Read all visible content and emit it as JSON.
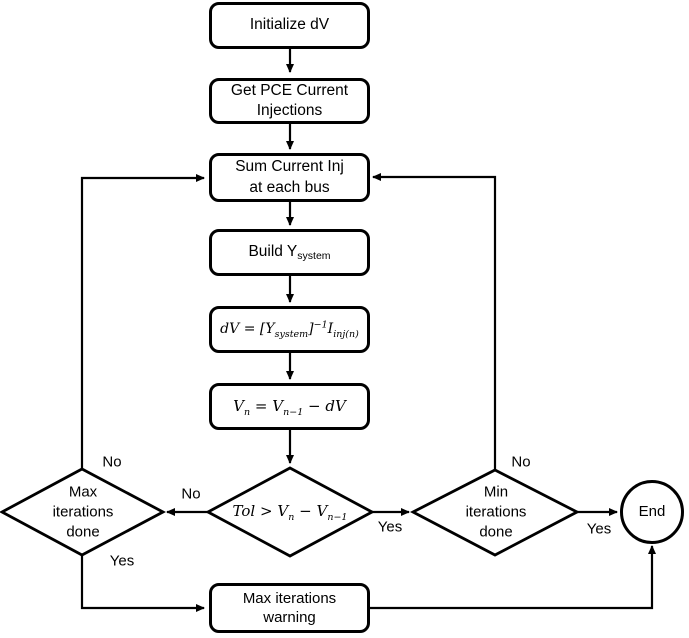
{
  "diagram": {
    "type": "flowchart",
    "background": "#ffffff",
    "stroke_color": "#000000",
    "text_color": "#000000"
  },
  "nodes": {
    "initialize": {
      "label": "Initialize dV"
    },
    "get_pce": {
      "lines": [
        "Get PCE Current",
        "Injections"
      ]
    },
    "sum_current": {
      "lines": [
        "Sum Current Inj",
        "at each bus"
      ]
    },
    "build_y": {
      "text": "Build Y",
      "subscript": "system"
    },
    "dv_equation": {
      "dv": "dV",
      "equals": "=",
      "lbracket": "[",
      "Y": "Y",
      "Y_sub": "system",
      "rbracket": "]",
      "exponent": "−1",
      "I": "I",
      "I_sub": "inj(n)"
    },
    "vn_equation": {
      "V": "V",
      "V_sub": "n",
      "equals": "=",
      "V2": "V",
      "V2_sub": "n−1",
      "minus": "−",
      "dv": "dV"
    },
    "tolerance_check": {
      "Tol": "Tol",
      "gt": ">",
      "V": "V",
      "V_sub": "n",
      "minus": "−",
      "V2": "V",
      "V2_sub": "n−1"
    },
    "max_iterations": {
      "lines": [
        "Max",
        "iterations",
        "done"
      ]
    },
    "min_iterations": {
      "lines": [
        "Min",
        "iterations",
        "done"
      ]
    },
    "max_warning": {
      "lines": [
        "Max iterations",
        "warning"
      ]
    },
    "end": {
      "label": "End"
    }
  },
  "edge_labels": {
    "tol_no": "No",
    "tol_yes": "Yes",
    "max_loop_no": "No",
    "max_down_yes": "Yes",
    "min_loop_no": "No",
    "min_end_yes": "Yes"
  }
}
